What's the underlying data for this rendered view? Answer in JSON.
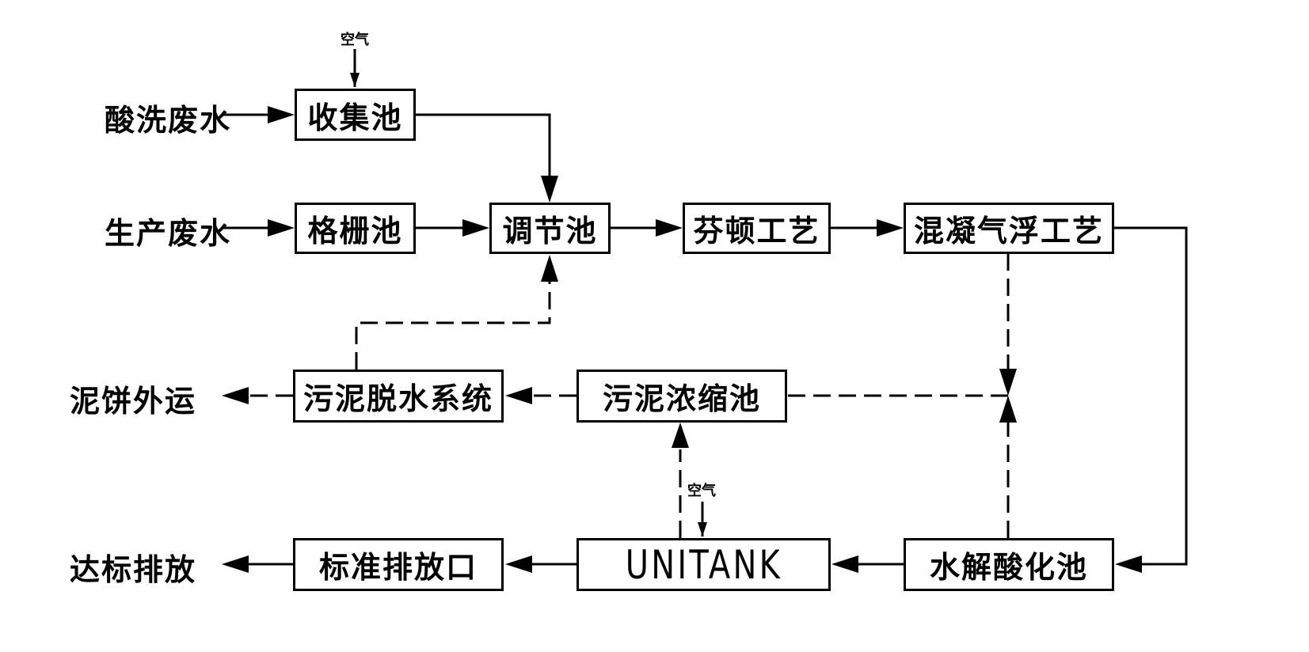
{
  "inputs": {
    "acid_wastewater": "酸洗废水",
    "production_wastewater": "生产废水"
  },
  "outputs": {
    "sludge_cake_transport": "泥饼外运",
    "compliant_discharge": "达标排放"
  },
  "air_labels": {
    "top": "空气",
    "unitank": "空气"
  },
  "units": {
    "collection_tank": "收集池",
    "grille_tank": "格栅池",
    "regulating_tank": "调节池",
    "fenton_process": "芬顿工艺",
    "coagulation_flotation": "混凝气浮工艺",
    "sludge_dewatering": "污泥脱水系统",
    "sludge_thickening": "污泥浓缩池",
    "standard_outlet": "标准排放口",
    "unitank": "UNITANK",
    "hydrolysis_acidification": "水解酸化池"
  },
  "flows": [
    {
      "from": "酸洗废水",
      "to": "收集池",
      "style": "solid"
    },
    {
      "from": "空气",
      "to": "收集池",
      "style": "solid"
    },
    {
      "from": "收集池",
      "to": "调节池",
      "style": "solid"
    },
    {
      "from": "生产废水",
      "to": "格栅池",
      "style": "solid"
    },
    {
      "from": "格栅池",
      "to": "调节池",
      "style": "solid"
    },
    {
      "from": "调节池",
      "to": "芬顿工艺",
      "style": "solid"
    },
    {
      "from": "芬顿工艺",
      "to": "混凝气浮工艺",
      "style": "solid"
    },
    {
      "from": "混凝气浮工艺",
      "to": "水解酸化池",
      "style": "solid"
    },
    {
      "from": "水解酸化池",
      "to": "UNITANK",
      "style": "solid"
    },
    {
      "from": "UNITANK",
      "to": "标准排放口",
      "style": "solid"
    },
    {
      "from": "标准排放口",
      "to": "达标排放",
      "style": "solid"
    },
    {
      "from": "空气",
      "to": "UNITANK",
      "style": "solid"
    },
    {
      "from": "UNITANK",
      "to": "污泥浓缩池",
      "style": "dashed"
    },
    {
      "from": "混凝气浮工艺",
      "to": "污泥浓缩池",
      "style": "dashed"
    },
    {
      "from": "水解酸化池",
      "to": "污泥浓缩池",
      "style": "dashed"
    },
    {
      "from": "污泥浓缩池",
      "to": "污泥脱水系统",
      "style": "dashed"
    },
    {
      "from": "污泥脱水系统",
      "to": "泥饼外运",
      "style": "dashed"
    },
    {
      "from": "污泥脱水系统",
      "to": "调节池",
      "style": "dashed"
    }
  ]
}
